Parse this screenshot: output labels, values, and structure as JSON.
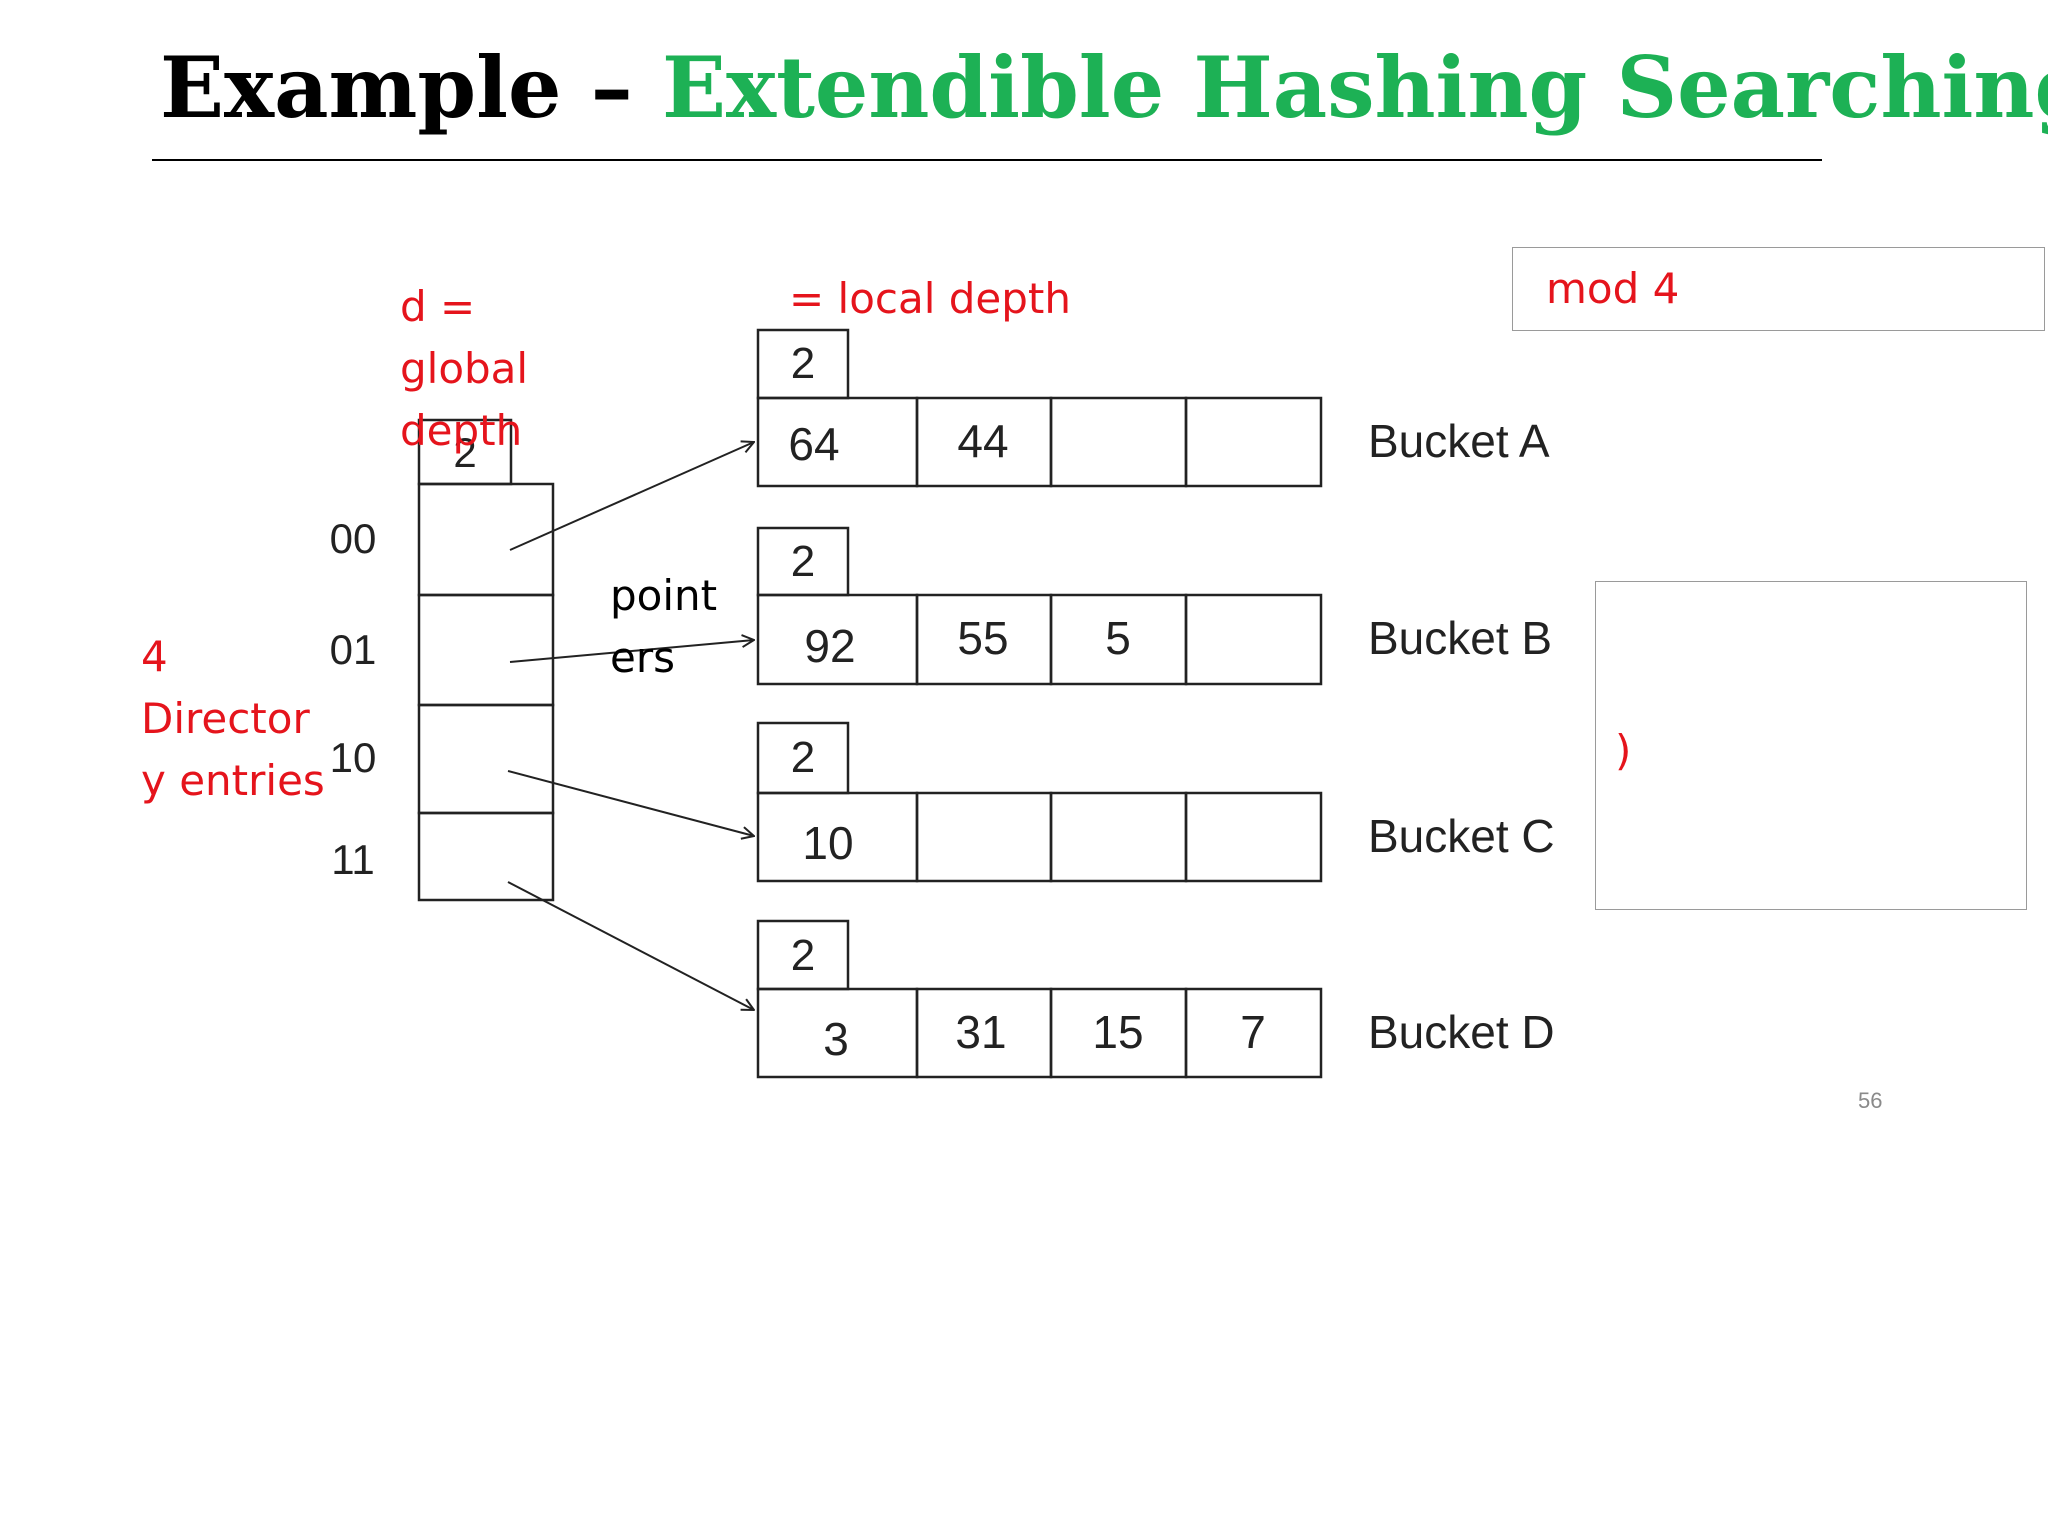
{
  "title": {
    "prefix": "Example – ",
    "accent": "Extendible Hashing Searching",
    "accent_color": "#1db155"
  },
  "annotation_color": "#e5141c",
  "annotations": {
    "global_depth": [
      "d =",
      "global",
      "depth"
    ],
    "local_depth": "= local depth",
    "directory_entries": [
      "4",
      "Director",
      "y entries"
    ],
    "pointers": [
      "point",
      "ers"
    ],
    "mod_box": "mod 4",
    "paren_box": ")"
  },
  "directory": {
    "global_depth": "2",
    "entries": [
      "00",
      "01",
      "10",
      "11"
    ]
  },
  "buckets": [
    {
      "name": "Bucket A",
      "local_depth": "2",
      "values": [
        "64",
        "44",
        "",
        ""
      ]
    },
    {
      "name": "Bucket B",
      "local_depth": "2",
      "values": [
        "92",
        "55",
        "5",
        ""
      ]
    },
    {
      "name": "Bucket C",
      "local_depth": "2",
      "values": [
        "10",
        "",
        "",
        ""
      ]
    },
    {
      "name": "Bucket D",
      "local_depth": "2",
      "values": [
        "3",
        "31",
        "15",
        "7"
      ]
    }
  ],
  "slide_number": "56"
}
